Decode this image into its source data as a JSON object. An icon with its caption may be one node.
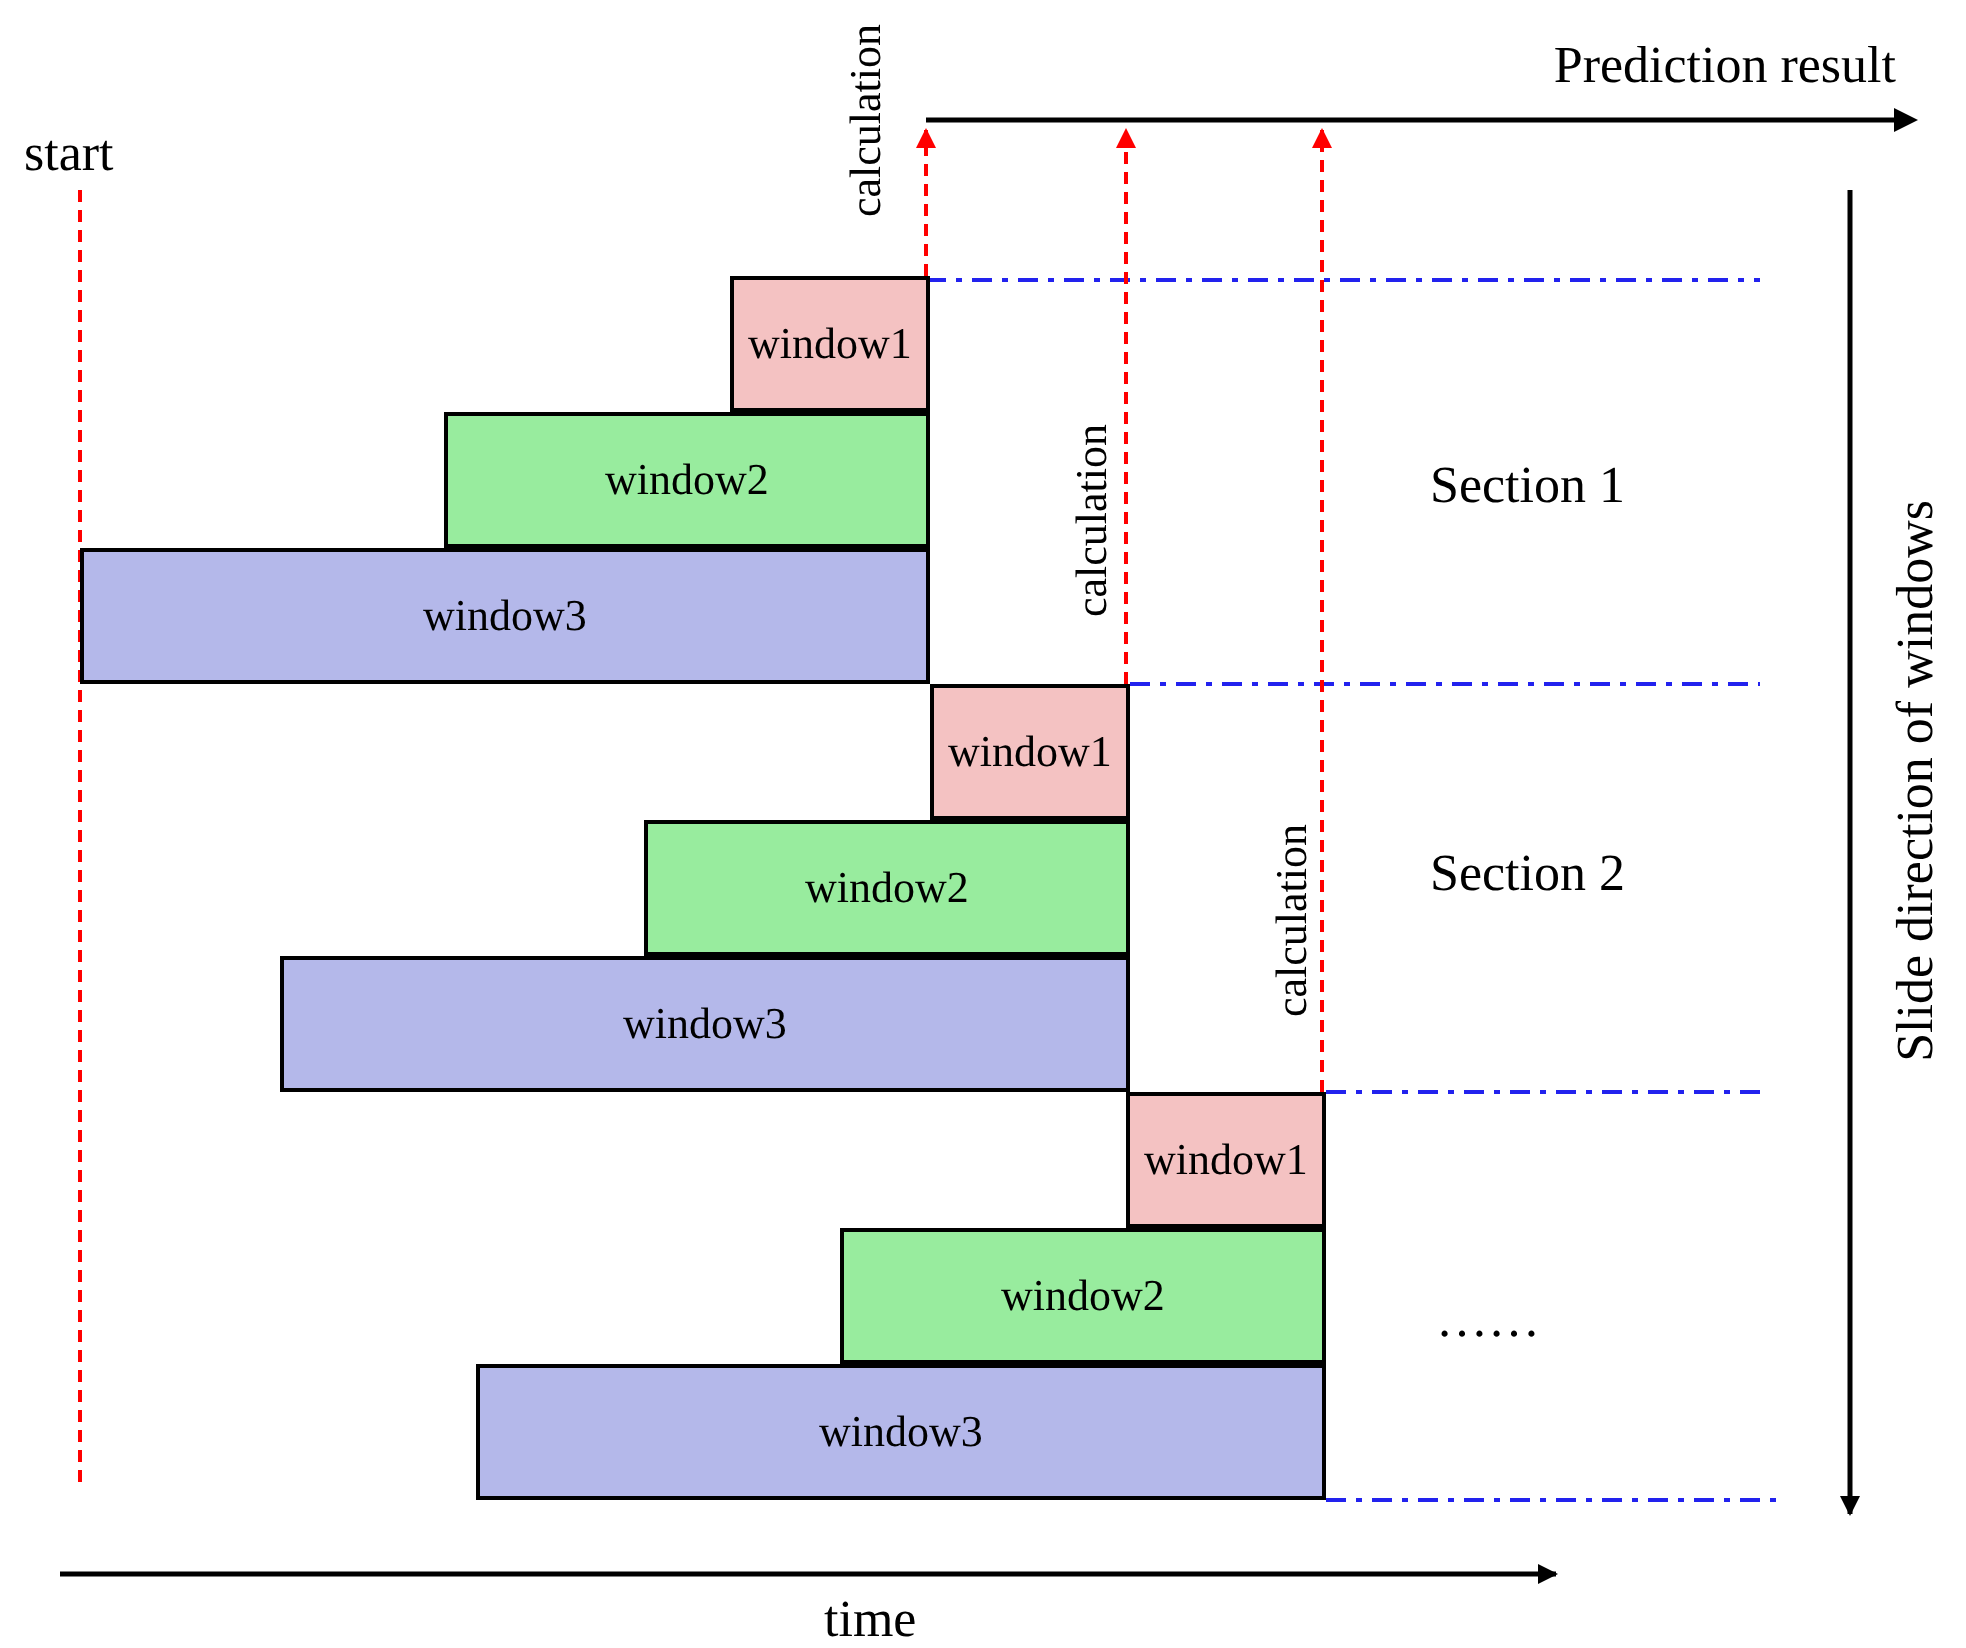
{
  "diagram": {
    "nodes": [
      {
        "text": [
          "Prediction result"
        ]
      },
      {
        "text": [
          "window1"
        ]
      },
      {
        "text": [
          "window2"
        ]
      },
      {
        "text": [
          "window3"
        ]
      },
      {
        "text": [
          "window1"
        ]
      },
      {
        "text": [
          "window2"
        ]
      },
      {
        "text": [
          "window3"
        ]
      },
      {
        "text": [
          "window1"
        ]
      },
      {
        "text": [
          "window2"
        ]
      },
      {
        "text": [
          "window3"
        ]
      }
    ],
    "edges": [
      {
        "from": 1,
        "to": 0,
        "arrow": "to",
        "label": "calculation",
        "style": "dashed",
        "color": "#ff0000"
      },
      {
        "from": 4,
        "to": 0,
        "arrow": "to",
        "label": "calculation",
        "style": "dashed",
        "color": "#ff0000"
      },
      {
        "from": 7,
        "to": 0,
        "arrow": "to",
        "label": "calculation",
        "style": "dashed",
        "color": "#ff0000"
      }
    ],
    "labels": [
      "start",
      "Section 1",
      "Section 2",
      "……",
      "Slide direction of windows",
      "time"
    ]
  }
}
